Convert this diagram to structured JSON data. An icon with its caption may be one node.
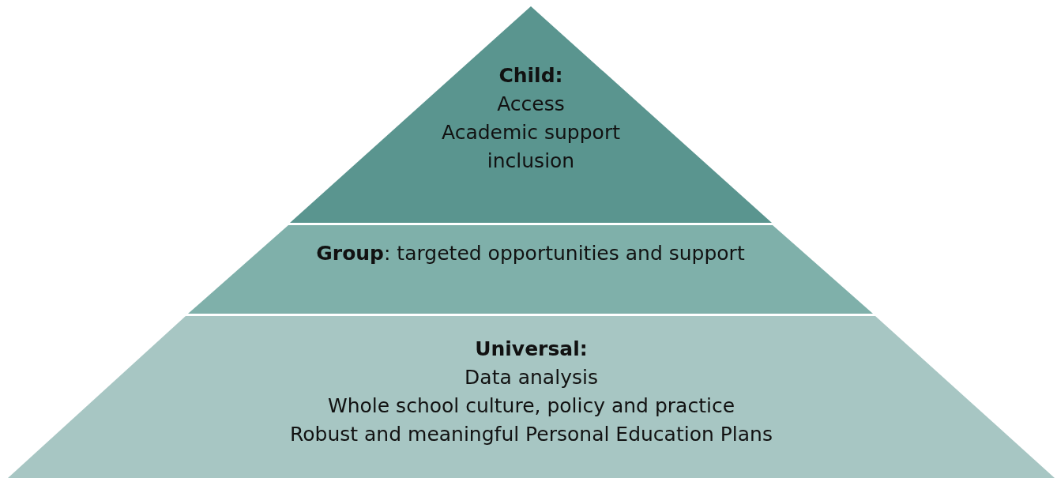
{
  "diagram": {
    "nodes": [
      {
        "text": [
          "Child:",
          "Access",
          "Academic support",
          "inclusion"
        ]
      },
      {
        "text": [
          "**Group**: targeted opportunities and support"
        ]
      },
      {
        "text": [
          "Universal:",
          "Data analysis",
          "Whole school culture, policy and practice",
          "Robust and meaningful Personal Education Plans"
        ]
      }
    ]
  }
}
